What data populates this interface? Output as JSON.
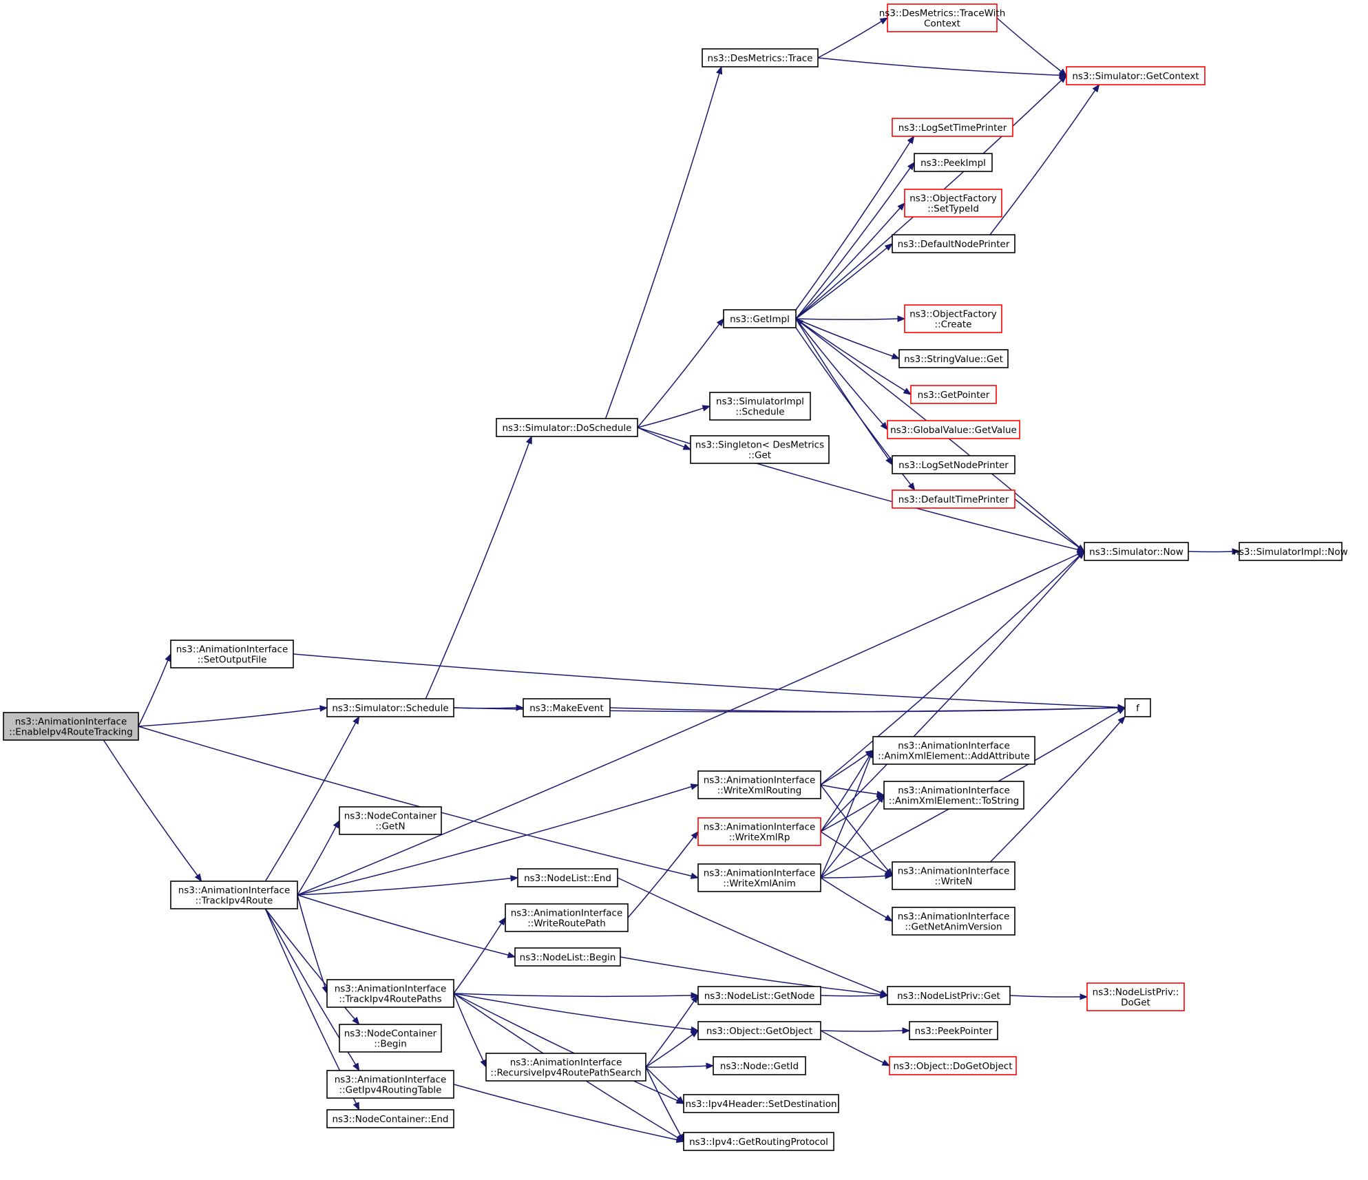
{
  "colors": {
    "edge": "#191970",
    "border": "#000000",
    "border_truncated": "#ff0000",
    "root_fill": "#bfbfbf",
    "node_fill": "#ffffff"
  },
  "nodes": [
    {
      "id": "root",
      "lines": [
        "ns3::AnimationInterface",
        "::EnableIpv4RouteTracking"
      ],
      "style": "root"
    },
    {
      "id": "setoutput",
      "lines": [
        "ns3::AnimationInterface",
        "::SetOutputFile"
      ]
    },
    {
      "id": "schedule",
      "lines": [
        "ns3::Simulator::Schedule"
      ]
    },
    {
      "id": "track",
      "lines": [
        "ns3::AnimationInterface",
        "::TrackIpv4Route"
      ]
    },
    {
      "id": "doschedule",
      "lines": [
        "ns3::Simulator::DoSchedule"
      ]
    },
    {
      "id": "desmtrace",
      "lines": [
        "ns3::DesMetrics::Trace"
      ]
    },
    {
      "id": "tracewith",
      "lines": [
        "ns3::DesMetrics::TraceWith",
        "Context"
      ],
      "style": "red"
    },
    {
      "id": "getcontext",
      "lines": [
        "ns3::Simulator::GetContext"
      ],
      "style": "red"
    },
    {
      "id": "logsettime",
      "lines": [
        "ns3::LogSetTimePrinter"
      ],
      "style": "red"
    },
    {
      "id": "peekimpl",
      "lines": [
        "ns3::PeekImpl"
      ]
    },
    {
      "id": "ofsettype",
      "lines": [
        "ns3::ObjectFactory",
        "::SetTypeId"
      ],
      "style": "red"
    },
    {
      "id": "defnodeprinter",
      "lines": [
        "ns3::DefaultNodePrinter"
      ]
    },
    {
      "id": "getimpl",
      "lines": [
        "ns3::GetImpl"
      ]
    },
    {
      "id": "ofcreate",
      "lines": [
        "ns3::ObjectFactory",
        "::Create"
      ],
      "style": "red"
    },
    {
      "id": "strvalget",
      "lines": [
        "ns3::StringValue::Get"
      ]
    },
    {
      "id": "getpointer",
      "lines": [
        "ns3::GetPointer"
      ],
      "style": "red"
    },
    {
      "id": "globalvalue",
      "lines": [
        "ns3::GlobalValue::GetValue"
      ],
      "style": "red"
    },
    {
      "id": "logsetnode",
      "lines": [
        "ns3::LogSetNodePrinter"
      ]
    },
    {
      "id": "deftimeprinter",
      "lines": [
        "ns3::DefaultTimePrinter"
      ],
      "style": "red"
    },
    {
      "id": "simimplsched",
      "lines": [
        "ns3::SimulatorImpl",
        "::Schedule"
      ]
    },
    {
      "id": "singleton",
      "lines": [
        "ns3::Singleton< DesMetrics",
        "::Get"
      ]
    },
    {
      "id": "simnow",
      "lines": [
        "ns3::Simulator::Now"
      ]
    },
    {
      "id": "simimplnow",
      "lines": [
        "ns3::SimulatorImpl::Now"
      ]
    },
    {
      "id": "makeevent",
      "lines": [
        "ns3::MakeEvent"
      ]
    },
    {
      "id": "f",
      "lines": [
        "f"
      ]
    },
    {
      "id": "addattr",
      "lines": [
        "ns3::AnimationInterface",
        "::AnimXmlElement::AddAttribute"
      ]
    },
    {
      "id": "tostring",
      "lines": [
        "ns3::AnimationInterface",
        "::AnimXmlElement::ToString"
      ]
    },
    {
      "id": "writexmlrouting",
      "lines": [
        "ns3::AnimationInterface",
        "::WriteXmlRouting"
      ]
    },
    {
      "id": "writexmlrp",
      "lines": [
        "ns3::AnimationInterface",
        "::WriteXmlRp"
      ],
      "style": "red"
    },
    {
      "id": "writexmlanim",
      "lines": [
        "ns3::AnimationInterface",
        "::WriteXmlAnim"
      ]
    },
    {
      "id": "writen",
      "lines": [
        "ns3::AnimationInterface",
        "::WriteN"
      ]
    },
    {
      "id": "getnetanim",
      "lines": [
        "ns3::AnimationInterface",
        "::GetNetAnimVersion"
      ]
    },
    {
      "id": "ncgetn",
      "lines": [
        "ns3::NodeContainer",
        "::GetN"
      ]
    },
    {
      "id": "nlend",
      "lines": [
        "ns3::NodeList::End"
      ]
    },
    {
      "id": "writeroutepath",
      "lines": [
        "ns3::AnimationInterface",
        "::WriteRoutePath"
      ]
    },
    {
      "id": "nlbegin",
      "lines": [
        "ns3::NodeList::Begin"
      ]
    },
    {
      "id": "trackpaths",
      "lines": [
        "ns3::AnimationInterface",
        "::TrackIpv4RoutePaths"
      ]
    },
    {
      "id": "nlgetnode",
      "lines": [
        "ns3::NodeList::GetNode"
      ]
    },
    {
      "id": "nlprivget",
      "lines": [
        "ns3::NodeListPriv::Get"
      ]
    },
    {
      "id": "nlprivdoget",
      "lines": [
        "ns3::NodeListPriv::",
        "DoGet"
      ],
      "style": "red"
    },
    {
      "id": "ncbegin",
      "lines": [
        "ns3::NodeContainer",
        "::Begin"
      ]
    },
    {
      "id": "objgetobj",
      "lines": [
        "ns3::Object::GetObject"
      ]
    },
    {
      "id": "peekpointer",
      "lines": [
        "ns3::PeekPointer"
      ]
    },
    {
      "id": "recursive",
      "lines": [
        "ns3::AnimationInterface",
        "::RecursiveIpv4RoutePathSearch"
      ]
    },
    {
      "id": "objdoget",
      "lines": [
        "ns3::Object::DoGetObject"
      ],
      "style": "red"
    },
    {
      "id": "nodegetid",
      "lines": [
        "ns3::Node::GetId"
      ]
    },
    {
      "id": "getroutingtable",
      "lines": [
        "ns3::AnimationInterface",
        "::GetIpv4RoutingTable"
      ]
    },
    {
      "id": "setdest",
      "lines": [
        "ns3::Ipv4Header::SetDestination"
      ]
    },
    {
      "id": "ncend",
      "lines": [
        "ns3::NodeContainer::End"
      ]
    },
    {
      "id": "getrouting",
      "lines": [
        "ns3::Ipv4::GetRoutingProtocol"
      ]
    }
  ],
  "edges": [
    [
      "root",
      "setoutput"
    ],
    [
      "root",
      "schedule"
    ],
    [
      "root",
      "track"
    ],
    [
      "root",
      "writexmlanim"
    ],
    [
      "setoutput",
      "f"
    ],
    [
      "schedule",
      "doschedule"
    ],
    [
      "schedule",
      "makeevent"
    ],
    [
      "schedule",
      "f"
    ],
    [
      "makeevent",
      "f"
    ],
    [
      "doschedule",
      "desmtrace"
    ],
    [
      "doschedule",
      "getimpl"
    ],
    [
      "doschedule",
      "simimplsched"
    ],
    [
      "doschedule",
      "singleton"
    ],
    [
      "doschedule",
      "simnow"
    ],
    [
      "desmtrace",
      "tracewith"
    ],
    [
      "desmtrace",
      "getcontext"
    ],
    [
      "tracewith",
      "getcontext"
    ],
    [
      "getimpl",
      "getcontext"
    ],
    [
      "getimpl",
      "logsettime"
    ],
    [
      "getimpl",
      "peekimpl"
    ],
    [
      "getimpl",
      "ofsettype"
    ],
    [
      "getimpl",
      "defnodeprinter"
    ],
    [
      "getimpl",
      "ofcreate"
    ],
    [
      "getimpl",
      "strvalget"
    ],
    [
      "getimpl",
      "getpointer"
    ],
    [
      "getimpl",
      "globalvalue"
    ],
    [
      "getimpl",
      "logsetnode"
    ],
    [
      "getimpl",
      "deftimeprinter"
    ],
    [
      "defnodeprinter",
      "getcontext"
    ],
    [
      "deftimeprinter",
      "simnow"
    ],
    [
      "simnow",
      "getimpl"
    ],
    [
      "simnow",
      "simimplnow"
    ],
    [
      "track",
      "schedule"
    ],
    [
      "track",
      "simnow"
    ],
    [
      "track",
      "ncgetn"
    ],
    [
      "track",
      "writexmlrouting"
    ],
    [
      "track",
      "nlend"
    ],
    [
      "track",
      "nlbegin"
    ],
    [
      "track",
      "trackpaths"
    ],
    [
      "track",
      "ncbegin"
    ],
    [
      "track",
      "getroutingtable"
    ],
    [
      "track",
      "ncend"
    ],
    [
      "writexmlrouting",
      "simnow"
    ],
    [
      "writexmlrouting",
      "addattr"
    ],
    [
      "writexmlrouting",
      "tostring"
    ],
    [
      "writexmlrouting",
      "writen"
    ],
    [
      "writexmlrp",
      "addattr"
    ],
    [
      "writexmlrp",
      "tostring"
    ],
    [
      "writexmlrp",
      "simnow"
    ],
    [
      "writexmlrp",
      "writen"
    ],
    [
      "writexmlanim",
      "addattr"
    ],
    [
      "writexmlanim",
      "tostring"
    ],
    [
      "writexmlanim",
      "writen"
    ],
    [
      "writexmlanim",
      "getnetanim"
    ],
    [
      "writexmlanim",
      "f"
    ],
    [
      "writen",
      "f"
    ],
    [
      "writeroutepath",
      "writexmlrp"
    ],
    [
      "nlend",
      "nlprivget"
    ],
    [
      "nlbegin",
      "nlprivget"
    ],
    [
      "trackpaths",
      "writeroutepath"
    ],
    [
      "trackpaths",
      "nlgetnode"
    ],
    [
      "trackpaths",
      "objgetobj"
    ],
    [
      "trackpaths",
      "recursive"
    ],
    [
      "trackpaths",
      "setdest"
    ],
    [
      "trackpaths",
      "getrouting"
    ],
    [
      "nlgetnode",
      "nlprivget"
    ],
    [
      "nlprivget",
      "nlprivdoget"
    ],
    [
      "objgetobj",
      "peekpointer"
    ],
    [
      "objgetobj",
      "objdoget"
    ],
    [
      "recursive",
      "nlgetnode"
    ],
    [
      "recursive",
      "objgetobj"
    ],
    [
      "recursive",
      "nodegetid"
    ],
    [
      "recursive",
      "setdest"
    ],
    [
      "recursive",
      "getrouting"
    ],
    [
      "getroutingtable",
      "getrouting"
    ]
  ]
}
